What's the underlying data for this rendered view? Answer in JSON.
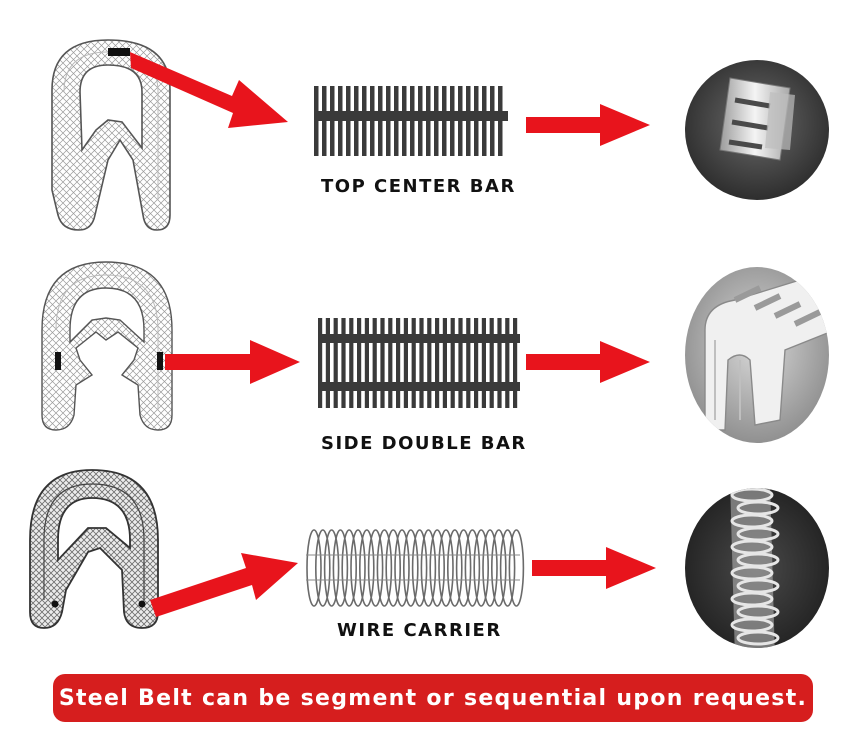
{
  "rows": [
    {
      "label": "TOP CENTER BAR"
    },
    {
      "label": "SIDE DOUBLE BAR"
    },
    {
      "label": "WIRE CARRIER"
    }
  ],
  "banner": {
    "text": "Steel Belt can be segment or sequential upon request."
  },
  "colors": {
    "arrow": "#e8141c",
    "banner": "#d61e1e",
    "bar": "#3a3a3a",
    "photo_bg": "#3c3c3c",
    "metal": "#dcdcdc"
  },
  "icons": [
    "edge-trim-profile-icon",
    "steel-bar-icon",
    "wire-coil-icon",
    "metal-clip-photo-icon",
    "arrow-icon"
  ]
}
